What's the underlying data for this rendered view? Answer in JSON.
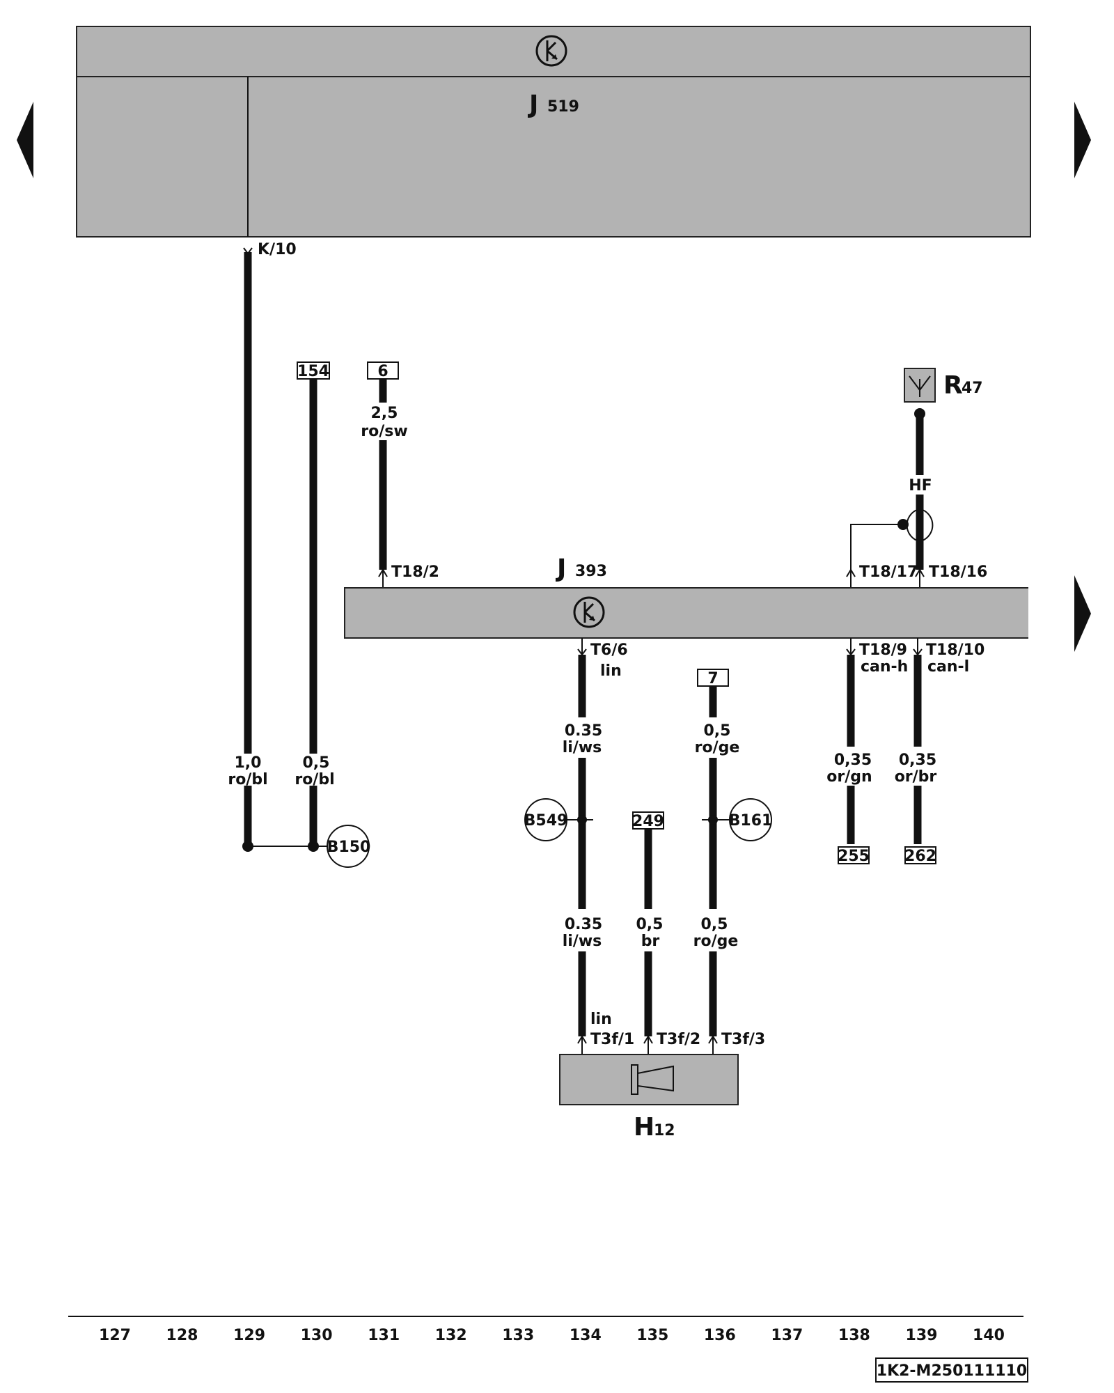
{
  "components": {
    "j519": {
      "letter": "J",
      "number": "519"
    },
    "j393": {
      "letter": "J",
      "number": "393"
    },
    "r47": {
      "letter": "R",
      "number": "47"
    },
    "h12": {
      "letter": "H",
      "number": "12"
    }
  },
  "pins": {
    "k10": "K/10",
    "t18_2": "T18/2",
    "t18_17": "T18/17",
    "t18_16": "T18/16",
    "t6_6": "T6/6",
    "t18_9": "T18/9",
    "t18_10": "T18/10",
    "t3f_1": "T3f/1",
    "t3f_2": "T3f/2",
    "t3f_3": "T3f/3"
  },
  "signals": {
    "lin_top": "lin",
    "lin_bottom": "lin",
    "can_h": "can-h",
    "can_l": "can-l",
    "hf": "HF"
  },
  "wires": {
    "w129": {
      "size": "1,0",
      "color": "ro/bl"
    },
    "w130": {
      "size": "0,5",
      "color": "ro/bl"
    },
    "w131": {
      "size": "2,5",
      "color": "ro/sw"
    },
    "w134a": {
      "size": "0.35",
      "color": "li/ws"
    },
    "w134b": {
      "size": "0.35",
      "color": "li/ws"
    },
    "w135": {
      "size": "0,5",
      "color": "br"
    },
    "w136a": {
      "size": "0,5",
      "color": "ro/ge"
    },
    "w136b": {
      "size": "0,5",
      "color": "ro/ge"
    },
    "w138": {
      "size": "0,35",
      "color": "or/gn"
    },
    "w139": {
      "size": "0,35",
      "color": "or/br"
    }
  },
  "references": {
    "r154": "154",
    "r6": "6",
    "r7": "7",
    "r249": "249",
    "r255": "255",
    "r262": "262"
  },
  "splices": {
    "b150": "B150",
    "b549": "B549",
    "b161": "B161"
  },
  "columns": [
    "127",
    "128",
    "129",
    "130",
    "131",
    "132",
    "133",
    "134",
    "135",
    "136",
    "137",
    "138",
    "139",
    "140"
  ],
  "diagram_code": "1K2-M250111110"
}
